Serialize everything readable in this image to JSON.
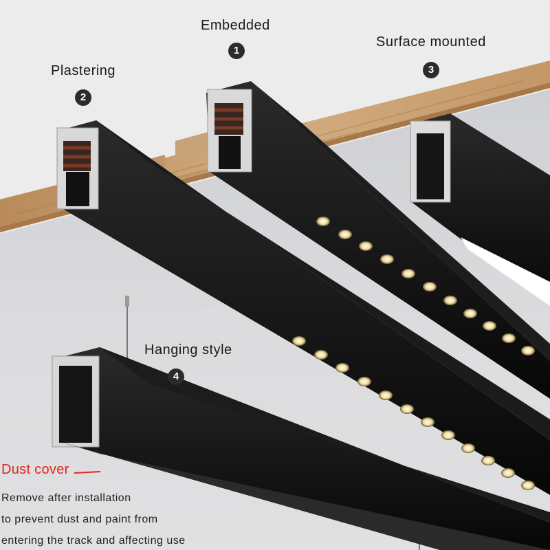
{
  "labels": {
    "embedded": "Embedded",
    "plastering": "Plastering",
    "surface_mounted": "Surface mounted",
    "hanging_style": "Hanging style"
  },
  "badges": {
    "one": "1",
    "two": "2",
    "three": "3",
    "four": "4"
  },
  "dust_cover": {
    "title": "Dust cover",
    "note_lines": [
      "Remove after installation",
      "to prevent dust and paint from",
      "entering the track and affecting use"
    ]
  },
  "colors": {
    "wood": "#c49a6c",
    "track": "#111111",
    "aluminum": "#d9d9d9",
    "ceiling": "#d2d3d5",
    "led": "#fff3c4",
    "accent_red": "#e0251b"
  }
}
